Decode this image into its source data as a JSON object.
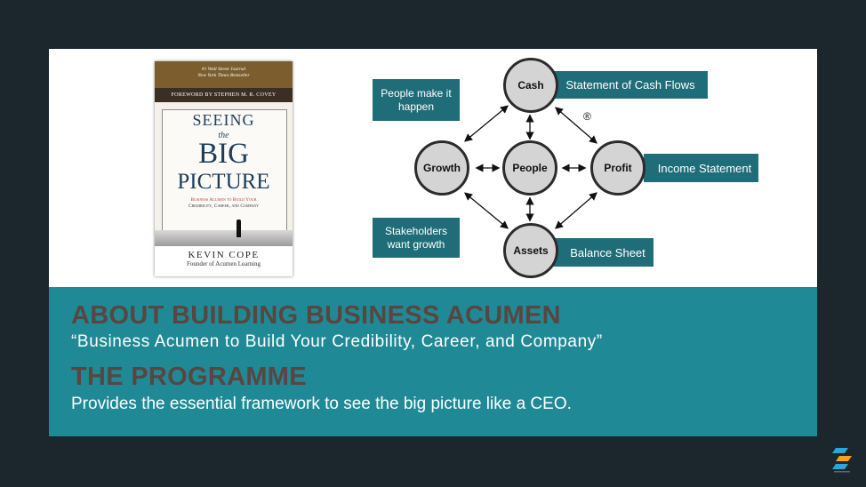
{
  "book": {
    "top_line1": "#1 Wall Street Journal",
    "top_line2": "New York Times Bestseller",
    "foreword": "FOREWORD BY STEPHEN M. R. COVEY",
    "title_seeing": "SEEING",
    "title_the": "the",
    "title_big": "BIG",
    "title_picture": "PICTURE",
    "subtitle_line1": "Business Acumen to Build Your",
    "subtitle_line2": "Credibility, Career, and Company",
    "author": "KEVIN COPE",
    "author_title": "Founder of Acumen Learning"
  },
  "diagram": {
    "nodes": {
      "cash": "Cash",
      "growth": "Growth",
      "people": "People",
      "profit": "Profit",
      "assets": "Assets"
    },
    "tags": {
      "cash": "Statement of Cash Flows",
      "profit": "Income Statement",
      "assets": "Balance Sheet"
    },
    "notes": {
      "people": "People make it happen",
      "stakeholders": "Stakeholders want growth"
    },
    "registered_mark": "®"
  },
  "content": {
    "heading1": "ABOUT BUILDING BUSINESS ACUMEN",
    "quote": "“Business Acumen to Build Your Credibility, Career, and Company”",
    "heading2": "THE PROGRAMME",
    "description": "Provides the essential framework to see the big picture like a CEO."
  },
  "colors": {
    "background": "#1c262d",
    "teal": "#1f8a96",
    "tag_teal": "#1f6d78",
    "heading": "#5a4540"
  },
  "icons": {
    "logo": "company-logo-icon"
  }
}
